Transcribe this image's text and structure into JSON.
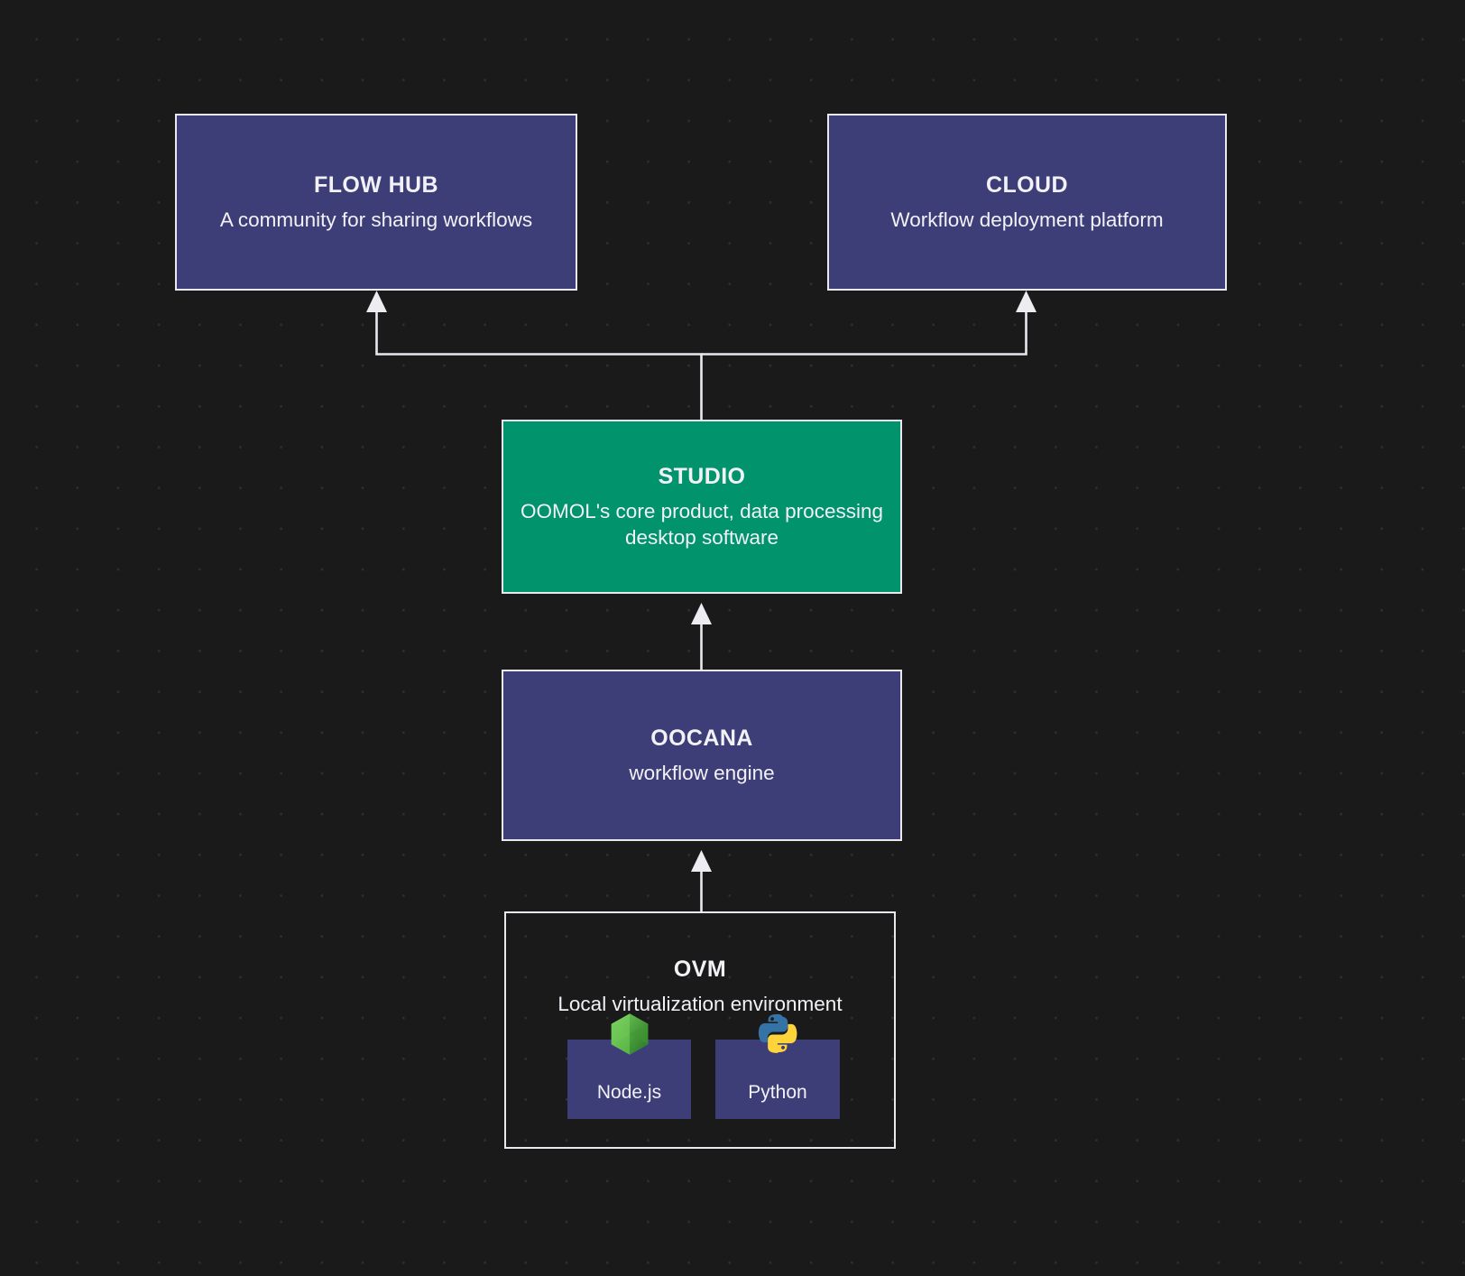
{
  "diagram": {
    "background_color": "#1a1a1a",
    "grid_dot_color": "#2f2f2f",
    "edge_color": "#e8e8ee",
    "nodes": {
      "flow_hub": {
        "title": "FLOW HUB",
        "subtitle": "A community for sharing workflows",
        "fill": "#3d3d78"
      },
      "cloud": {
        "title": "CLOUD",
        "subtitle": "Workflow deployment platform",
        "fill": "#3d3d78"
      },
      "studio": {
        "title": "STUDIO",
        "subtitle": "OOMOL's core product, data processing desktop software",
        "fill": "#00936c"
      },
      "oocana": {
        "title": "OOCANA",
        "subtitle": "workflow engine",
        "fill": "#3d3d78"
      },
      "ovm": {
        "title": "OVM",
        "subtitle": "Local virtualization environment",
        "fill": "transparent",
        "children": [
          {
            "label": "Node.js",
            "icon": "nodejs-hexagon-icon",
            "fill": "#3d3d78"
          },
          {
            "label": "Python",
            "icon": "python-logo-icon",
            "fill": "#3d3d78"
          }
        ]
      }
    },
    "edges": [
      {
        "from": "studio",
        "to": "flow_hub",
        "style": "orthogonal-arrow"
      },
      {
        "from": "studio",
        "to": "cloud",
        "style": "orthogonal-arrow"
      },
      {
        "from": "oocana",
        "to": "studio",
        "style": "straight-arrow"
      },
      {
        "from": "ovm",
        "to": "oocana",
        "style": "straight-arrow"
      }
    ]
  }
}
